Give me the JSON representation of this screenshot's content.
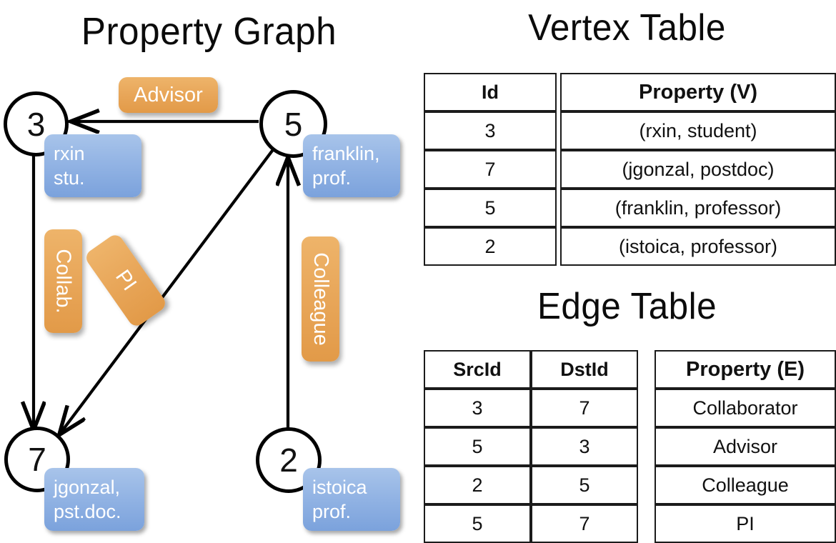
{
  "titles": {
    "graph": "Property Graph",
    "vertex": "Vertex Table",
    "edge": "Edge Table"
  },
  "colors": {
    "vertex_property_fill": "#cfdcf0",
    "edge_property_fill": "#f6ddc3",
    "node_property_box": "#93b4e4",
    "edge_label_box": "#e8a659",
    "stroke": "#000000",
    "background": "#ffffff"
  },
  "graph": {
    "nodes": [
      {
        "id": "3",
        "property_lines": [
          "rxin",
          "stu."
        ]
      },
      {
        "id": "5",
        "property_lines": [
          "franklin,",
          "prof."
        ]
      },
      {
        "id": "7",
        "property_lines": [
          "jgonzal,",
          "pst.doc."
        ]
      },
      {
        "id": "2",
        "property_lines": [
          "istoica",
          "prof."
        ]
      }
    ],
    "edge_labels": [
      {
        "text": "Advisor",
        "orientation": "horizontal"
      },
      {
        "text": "Collab.",
        "orientation": "vertical"
      },
      {
        "text": "PI",
        "orientation": "diagonal"
      },
      {
        "text": "Colleague",
        "orientation": "vertical"
      }
    ],
    "edges": [
      {
        "src": "5",
        "dst": "3",
        "label": "Advisor"
      },
      {
        "src": "3",
        "dst": "7",
        "label": "Collab."
      },
      {
        "src": "5",
        "dst": "7",
        "label": "PI"
      },
      {
        "src": "2",
        "dst": "5",
        "label": "Colleague"
      }
    ]
  },
  "vertex_table": {
    "headers": [
      "Id",
      "Property (V)"
    ],
    "rows": [
      {
        "id": "3",
        "property": "(rxin, student)"
      },
      {
        "id": "7",
        "property": "(jgonzal, postdoc)"
      },
      {
        "id": "5",
        "property": "(franklin, professor)"
      },
      {
        "id": "2",
        "property": "(istoica, professor)"
      }
    ]
  },
  "edge_table": {
    "headers": [
      "SrcId",
      "DstId",
      "Property (E)"
    ],
    "rows": [
      {
        "src": "3",
        "dst": "7",
        "property": "Collaborator"
      },
      {
        "src": "5",
        "dst": "3",
        "property": "Advisor"
      },
      {
        "src": "2",
        "dst": "5",
        "property": "Colleague"
      },
      {
        "src": "5",
        "dst": "7",
        "property": "PI"
      }
    ]
  }
}
